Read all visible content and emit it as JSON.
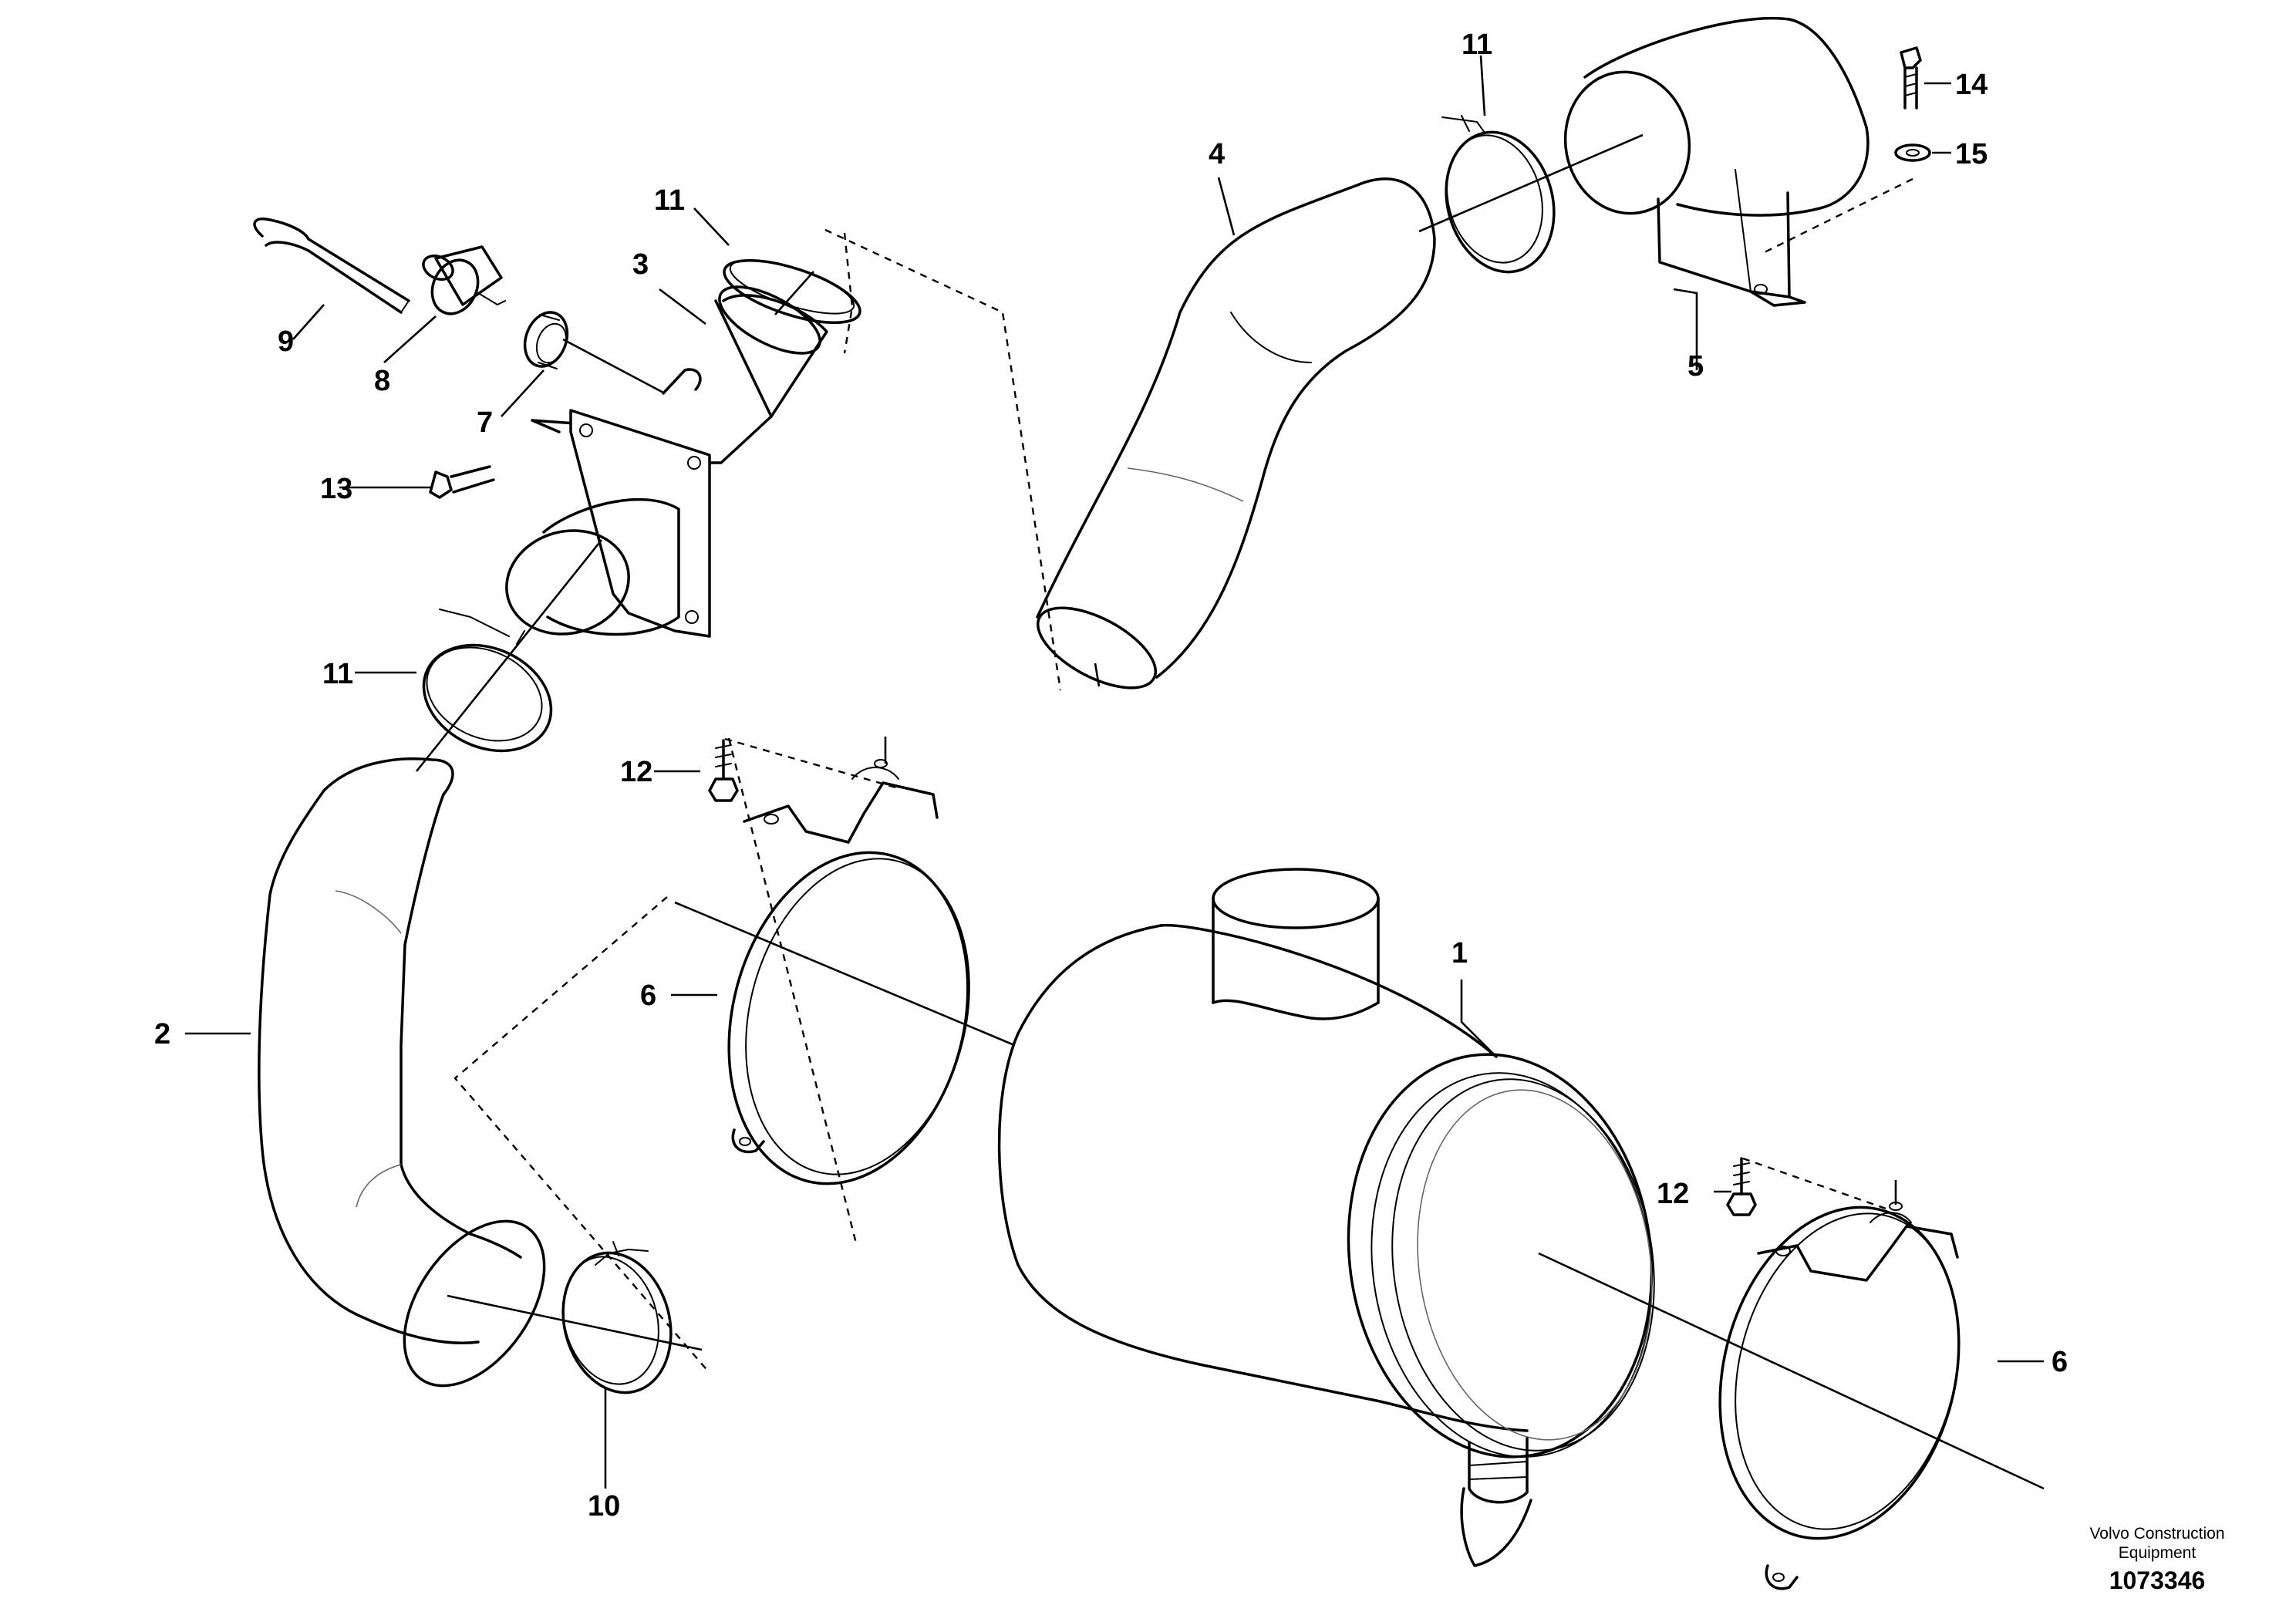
{
  "callouts": {
    "c1": "1",
    "c2": "2",
    "c3": "3",
    "c4": "4",
    "c5": "5",
    "c6_left": "6",
    "c6_right": "6",
    "c7": "7",
    "c8": "8",
    "c9": "9",
    "c10": "10",
    "c11_top_left": "11",
    "c11_top_right": "11",
    "c11_middle": "11",
    "c12_left": "12",
    "c12_right": "12",
    "c13": "13",
    "c14": "14",
    "c15": "15"
  },
  "footer": {
    "brand_line1": "Volvo Construction",
    "brand_line2": "Equipment",
    "drawing_number": "1073346"
  }
}
